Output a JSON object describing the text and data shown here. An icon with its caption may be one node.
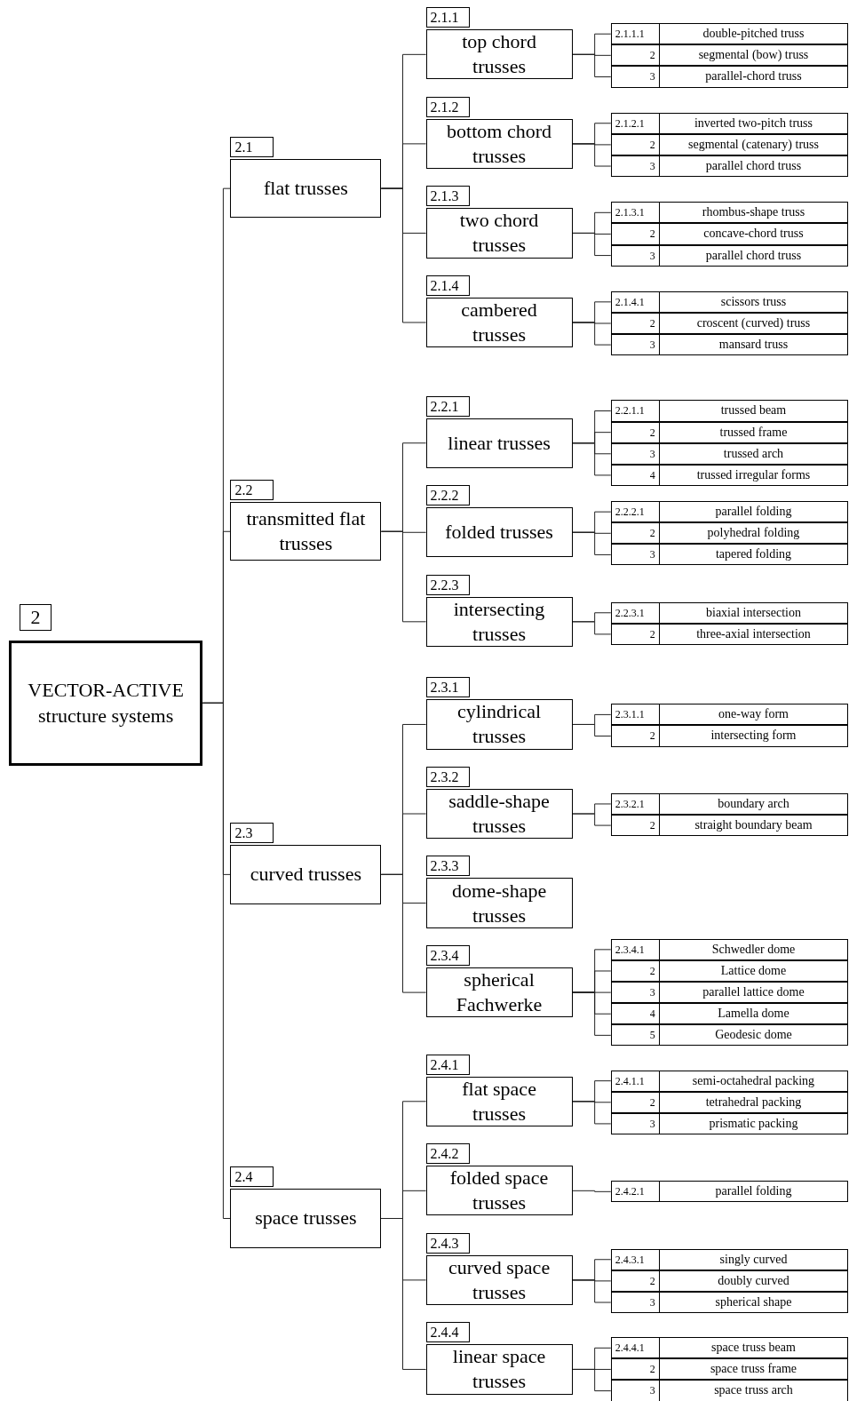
{
  "diagram": {
    "nodes": [
      {
        "text": [
          "2",
          "VECTOR-ACTIVE structure systems"
        ]
      },
      {
        "text": [
          "2.1",
          "flat trusses"
        ]
      },
      {
        "text": [
          "2.1.1",
          "top chord trusses"
        ]
      },
      {
        "text": [
          "2.1.1.1",
          "double-pitched truss"
        ]
      },
      {
        "text": [
          "2",
          "segmental (bow) truss"
        ]
      },
      {
        "text": [
          "3",
          "parallel-chord truss"
        ]
      },
      {
        "text": [
          "2.1.2",
          "bottom chord trusses"
        ]
      },
      {
        "text": [
          "2.1.2.1",
          "inverted two-pitch truss"
        ]
      },
      {
        "text": [
          "2",
          "segmental (catenary) truss"
        ]
      },
      {
        "text": [
          "3",
          "parallel chord truss"
        ]
      },
      {
        "text": [
          "2.1.3",
          "two chord trusses"
        ]
      },
      {
        "text": [
          "2.1.3.1",
          "rhombus-shape truss"
        ]
      },
      {
        "text": [
          "2",
          "concave-chord truss"
        ]
      },
      {
        "text": [
          "3",
          "parallel chord truss"
        ]
      },
      {
        "text": [
          "2.1.4",
          "cambered trusses"
        ]
      },
      {
        "text": [
          "2.1.4.1",
          "scissors truss"
        ]
      },
      {
        "text": [
          "2",
          "croscent (curved) truss"
        ]
      },
      {
        "text": [
          "3",
          "mansard truss"
        ]
      },
      {
        "text": [
          "2.2",
          "transmitted flat trusses"
        ]
      },
      {
        "text": [
          "2.2.1",
          "linear trusses"
        ]
      },
      {
        "text": [
          "2.2.1.1",
          "trussed beam"
        ]
      },
      {
        "text": [
          "2",
          "trussed frame"
        ]
      },
      {
        "text": [
          "3",
          "trussed arch"
        ]
      },
      {
        "text": [
          "4",
          "trussed irregular forms"
        ]
      },
      {
        "text": [
          "2.2.2",
          "folded trusses"
        ]
      },
      {
        "text": [
          "2.2.2.1",
          "parallel folding"
        ]
      },
      {
        "text": [
          "2",
          "polyhedral folding"
        ]
      },
      {
        "text": [
          "3",
          "tapered folding"
        ]
      },
      {
        "text": [
          "2.2.3",
          "intersecting trusses"
        ]
      },
      {
        "text": [
          "2.2.3.1",
          "biaxial intersection"
        ]
      },
      {
        "text": [
          "2",
          "three-axial intersection"
        ]
      },
      {
        "text": [
          "2.3",
          "curved trusses"
        ]
      },
      {
        "text": [
          "2.3.1",
          "cylindrical trusses"
        ]
      },
      {
        "text": [
          "2.3.1.1",
          "one-way form"
        ]
      },
      {
        "text": [
          "2",
          "intersecting form"
        ]
      },
      {
        "text": [
          "2.3.2",
          "saddle-shape trusses"
        ]
      },
      {
        "text": [
          "2.3.2.1",
          "boundary arch"
        ]
      },
      {
        "text": [
          "2",
          "straight boundary beam"
        ]
      },
      {
        "text": [
          "2.3.3",
          "dome-shape trusses"
        ]
      },
      {
        "text": [
          "2.3.4",
          "spherical Fachwerke"
        ]
      },
      {
        "text": [
          "2.3.4.1",
          "Schwedler dome"
        ]
      },
      {
        "text": [
          "2",
          "Lattice dome"
        ]
      },
      {
        "text": [
          "3",
          "parallel lattice dome"
        ]
      },
      {
        "text": [
          "4",
          "Lamella dome"
        ]
      },
      {
        "text": [
          "5",
          "Geodesic dome"
        ]
      },
      {
        "text": [
          "2.4",
          "space trusses"
        ]
      },
      {
        "text": [
          "2.4.1",
          "flat space trusses"
        ]
      },
      {
        "text": [
          "2.4.1.1",
          "semi-octahedral packing"
        ]
      },
      {
        "text": [
          "2",
          "tetrahedral packing"
        ]
      },
      {
        "text": [
          "3",
          "prismatic packing"
        ]
      },
      {
        "text": [
          "2.4.2",
          "folded space trusses"
        ]
      },
      {
        "text": [
          "2.4.2.1",
          "parallel folding"
        ]
      },
      {
        "text": [
          "2.4.3",
          "curved space trusses"
        ]
      },
      {
        "text": [
          "2.4.3.1",
          "singly curved"
        ]
      },
      {
        "text": [
          "2",
          "doubly curved"
        ]
      },
      {
        "text": [
          "3",
          "spherical shape"
        ]
      },
      {
        "text": [
          "2.4.4",
          "linear space trusses"
        ]
      },
      {
        "text": [
          "2.4.4.1",
          "space truss beam"
        ]
      },
      {
        "text": [
          "2",
          "space truss frame"
        ]
      },
      {
        "text": [
          "3",
          "space truss arch"
        ]
      }
    ],
    "edges": [
      {
        "from": 0,
        "to": 1,
        "arrow": "none"
      },
      {
        "from": 0,
        "to": 18,
        "arrow": "none"
      },
      {
        "from": 0,
        "to": 31,
        "arrow": "none"
      },
      {
        "from": 0,
        "to": 45,
        "arrow": "none"
      },
      {
        "from": 1,
        "to": 2,
        "arrow": "none"
      },
      {
        "from": 1,
        "to": 6,
        "arrow": "none"
      },
      {
        "from": 1,
        "to": 10,
        "arrow": "none"
      },
      {
        "from": 1,
        "to": 14,
        "arrow": "none"
      },
      {
        "from": 2,
        "to": 3,
        "arrow": "none"
      },
      {
        "from": 2,
        "to": 4,
        "arrow": "none"
      },
      {
        "from": 2,
        "to": 5,
        "arrow": "none"
      },
      {
        "from": 6,
        "to": 7,
        "arrow": "none"
      },
      {
        "from": 6,
        "to": 8,
        "arrow": "none"
      },
      {
        "from": 6,
        "to": 9,
        "arrow": "none"
      },
      {
        "from": 10,
        "to": 11,
        "arrow": "none"
      },
      {
        "from": 10,
        "to": 12,
        "arrow": "none"
      },
      {
        "from": 10,
        "to": 13,
        "arrow": "none"
      },
      {
        "from": 14,
        "to": 15,
        "arrow": "none"
      },
      {
        "from": 14,
        "to": 16,
        "arrow": "none"
      },
      {
        "from": 14,
        "to": 17,
        "arrow": "none"
      },
      {
        "from": 18,
        "to": 19,
        "arrow": "none"
      },
      {
        "from": 18,
        "to": 24,
        "arrow": "none"
      },
      {
        "from": 18,
        "to": 28,
        "arrow": "none"
      },
      {
        "from": 19,
        "to": 20,
        "arrow": "none"
      },
      {
        "from": 19,
        "to": 21,
        "arrow": "none"
      },
      {
        "from": 19,
        "to": 22,
        "arrow": "none"
      },
      {
        "from": 19,
        "to": 23,
        "arrow": "none"
      },
      {
        "from": 24,
        "to": 25,
        "arrow": "none"
      },
      {
        "from": 24,
        "to": 26,
        "arrow": "none"
      },
      {
        "from": 24,
        "to": 27,
        "arrow": "none"
      },
      {
        "from": 28,
        "to": 29,
        "arrow": "none"
      },
      {
        "from": 28,
        "to": 30,
        "arrow": "none"
      },
      {
        "from": 31,
        "to": 32,
        "arrow": "none"
      },
      {
        "from": 31,
        "to": 35,
        "arrow": "none"
      },
      {
        "from": 31,
        "to": 38,
        "arrow": "none"
      },
      {
        "from": 31,
        "to": 39,
        "arrow": "none"
      },
      {
        "from": 32,
        "to": 33,
        "arrow": "none"
      },
      {
        "from": 32,
        "to": 34,
        "arrow": "none"
      },
      {
        "from": 35,
        "to": 36,
        "arrow": "none"
      },
      {
        "from": 35,
        "to": 37,
        "arrow": "none"
      },
      {
        "from": 39,
        "to": 40,
        "arrow": "none"
      },
      {
        "from": 39,
        "to": 41,
        "arrow": "none"
      },
      {
        "from": 39,
        "to": 42,
        "arrow": "none"
      },
      {
        "from": 39,
        "to": 43,
        "arrow": "none"
      },
      {
        "from": 39,
        "to": 44,
        "arrow": "none"
      },
      {
        "from": 45,
        "to": 46,
        "arrow": "none"
      },
      {
        "from": 45,
        "to": 50,
        "arrow": "none"
      },
      {
        "from": 45,
        "to": 52,
        "arrow": "none"
      },
      {
        "from": 45,
        "to": 56,
        "arrow": "none"
      },
      {
        "from": 46,
        "to": 47,
        "arrow": "none"
      },
      {
        "from": 46,
        "to": 48,
        "arrow": "none"
      },
      {
        "from": 46,
        "to": 49,
        "arrow": "none"
      },
      {
        "from": 50,
        "to": 51,
        "arrow": "none"
      },
      {
        "from": 52,
        "to": 53,
        "arrow": "none"
      },
      {
        "from": 52,
        "to": 54,
        "arrow": "none"
      },
      {
        "from": 52,
        "to": 55,
        "arrow": "none"
      },
      {
        "from": 56,
        "to": 57,
        "arrow": "none"
      },
      {
        "from": 56,
        "to": 58,
        "arrow": "none"
      },
      {
        "from": 56,
        "to": 59,
        "arrow": "none"
      }
    ]
  }
}
